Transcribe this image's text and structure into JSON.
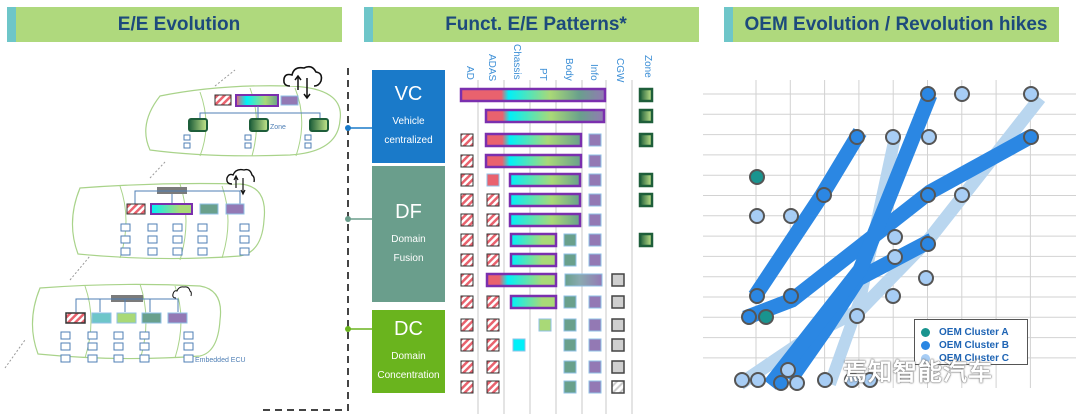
{
  "panels": {
    "left_title": "E/E Evolution",
    "middle_title": "Funct. E/E Patterns*",
    "right_title": "OEM Evolution / Revolution hikes"
  },
  "left": {
    "zone_label": "Zone",
    "embedded_label": "Embedded ECU"
  },
  "middle": {
    "columns": [
      "AD",
      "ADAS",
      "Chassis",
      "PT",
      "Body",
      "Info",
      "CGW",
      "Zone"
    ],
    "stages": [
      {
        "abbr": "VC",
        "line1": "Vehicle",
        "line2": "centralized",
        "color": "#1a7ac9"
      },
      {
        "abbr": "DF",
        "line1": "Domain",
        "line2": "Fusion",
        "color": "#6a9e8c"
      },
      {
        "abbr": "DC",
        "line1": "Domain",
        "line2": "Concentration",
        "color": "#6ab41e"
      }
    ]
  },
  "right": {
    "legend": [
      {
        "label": "OEM Cluster A",
        "color": "#19948f"
      },
      {
        "label": "OEM Cluster B",
        "color": "#2b87e3"
      },
      {
        "label": "OEM Cluster C",
        "color": "#a7cdf5"
      }
    ]
  },
  "watermark": "焉知智能汽车",
  "colors": {
    "header_bg": "#afd97d",
    "header_accent": "#6ec6c9",
    "header_text": "#1d4a7c",
    "ad_red": "#e9626e",
    "cyan": "#00f0f8",
    "lime": "#a9d977",
    "teal": "#69a08c",
    "purple": "#9379b4",
    "bar_border": "#7a2fae",
    "zone_dark": "#1e5e3a",
    "cgw_gray": "#cfcfcf",
    "blue_strong": "#2b87e3",
    "blue_light": "#b9d6ef"
  }
}
